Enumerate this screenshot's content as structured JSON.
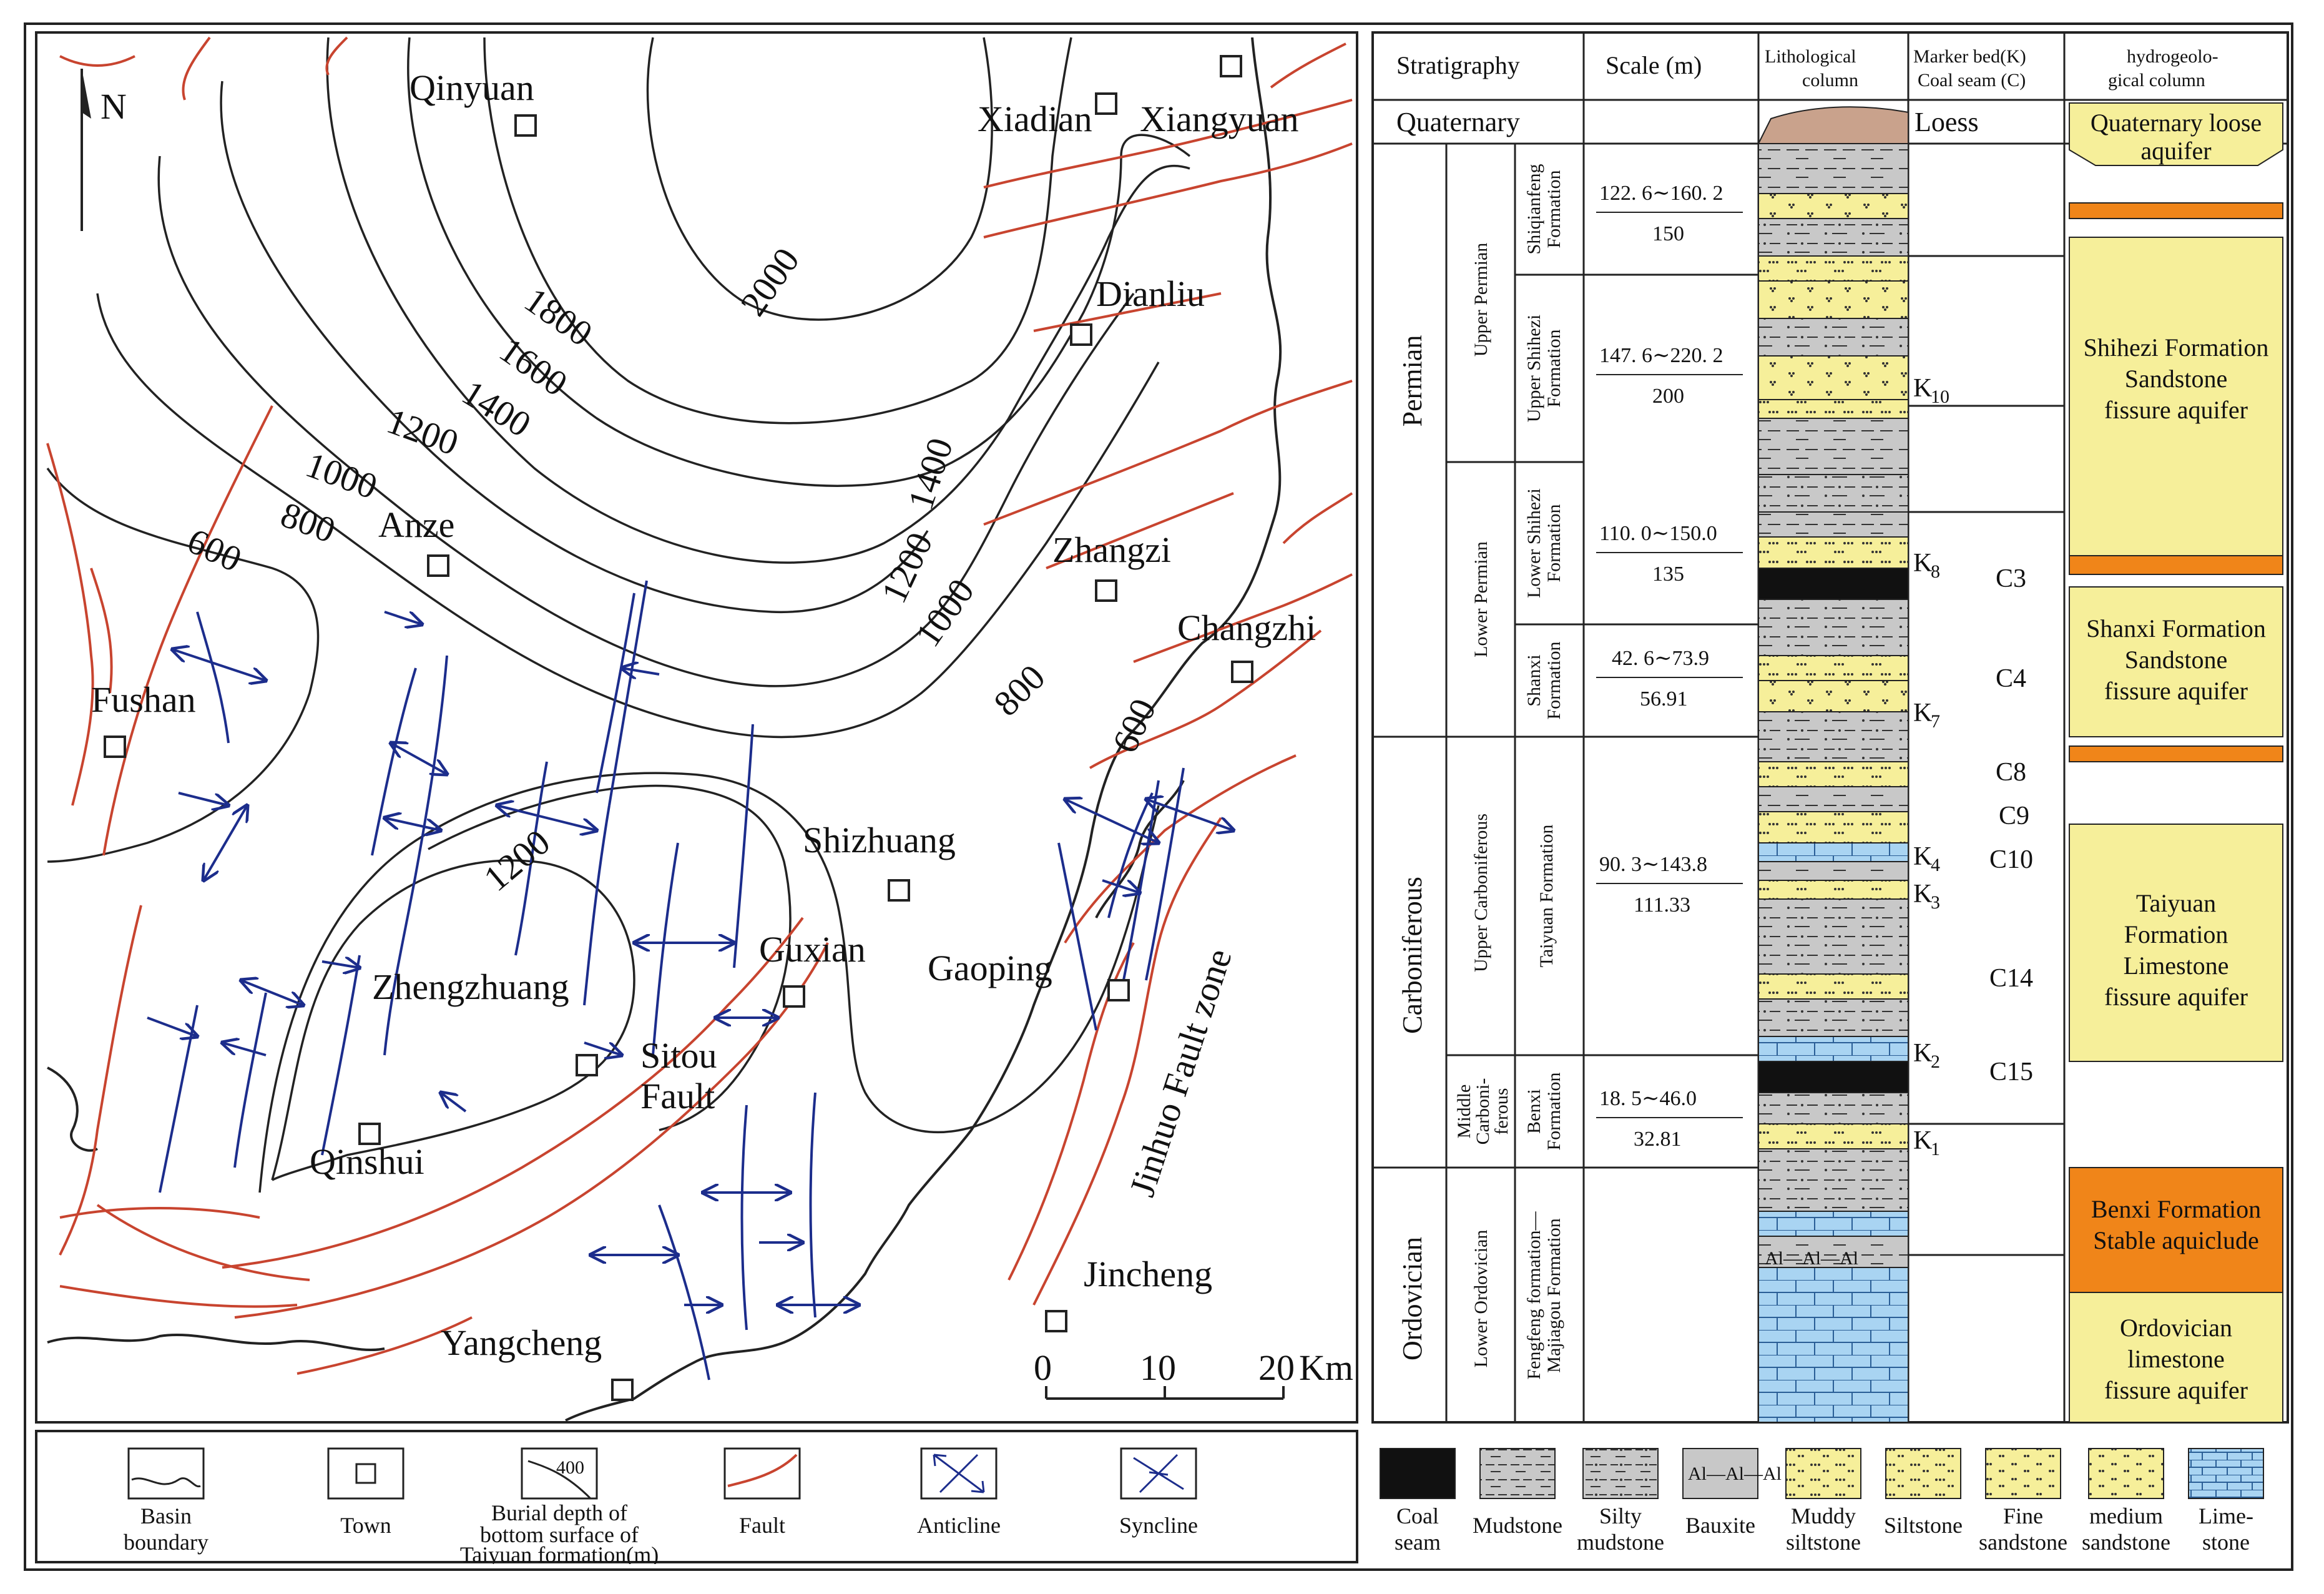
{
  "map": {
    "north": "N",
    "towns": [
      {
        "name": "Qinyuan"
      },
      {
        "name": "Xiadian"
      },
      {
        "name": "Xiangyuan"
      },
      {
        "name": "Dianliu"
      },
      {
        "name": "Anze"
      },
      {
        "name": "Zhangzi"
      },
      {
        "name": "Changzhi"
      },
      {
        "name": "Fushan"
      },
      {
        "name": "Shizhuang"
      },
      {
        "name": "Guxian"
      },
      {
        "name": "Gaoping"
      },
      {
        "name": "Zhengzhuang"
      },
      {
        "name": "Qinshui"
      },
      {
        "name": "Jincheng"
      },
      {
        "name": "Yangcheng"
      }
    ],
    "sitou_fault": [
      "Sitou",
      "Fault"
    ],
    "jinhuo": "Jinhuo Fault zone",
    "contours": [
      "2000",
      "1800",
      "1600",
      "1400",
      "1200",
      "1000",
      "800",
      "600",
      "1400",
      "1200",
      "1000",
      "800",
      "600",
      "1200"
    ],
    "scalebar": {
      "ticks": [
        "0",
        "10",
        "20"
      ],
      "unit": "Km"
    }
  },
  "column": {
    "headers": {
      "stratigraphy": "Stratigraphy",
      "scale": "Scale (m)",
      "litho": [
        "Lithological",
        "column"
      ],
      "marker": [
        "Marker bed(K)",
        "Coal seam (C)"
      ],
      "hydro": [
        "hydrogeolo-",
        "gical column"
      ]
    },
    "quaternary": {
      "name": "Quaternary",
      "marker": "Loess",
      "hydro": [
        "Quaternary loose",
        "aquifer"
      ]
    },
    "systems": [
      "Permian",
      "Carboniferous",
      "Ordovician"
    ],
    "series": [
      "Upper  Permian",
      "Lower  Permian",
      "Upper Carboniferous",
      "Middle",
      "Carboni-",
      "ferous",
      "Lower Ordovician"
    ],
    "formations": [
      [
        "Shiqianfeng",
        "Formation"
      ],
      [
        "Upper Shihezi",
        "Formation"
      ],
      [
        "Lower Shihezi",
        "Formation"
      ],
      [
        "Shanxi",
        "Formation"
      ],
      [
        "Taiyuan Formation"
      ],
      [
        "Benxi",
        "Formation"
      ],
      [
        "Fengfeng formation—",
        "Majiagou Formation"
      ]
    ],
    "scales": [
      {
        "range": "122. 6∼160. 2",
        "avg": "150"
      },
      {
        "range": "147. 6∼220. 2",
        "avg": "200"
      },
      {
        "range": "110. 0∼150.0",
        "avg": "135"
      },
      {
        "range": "42. 6∼73.9",
        "avg": "56.91"
      },
      {
        "range": "90. 3∼143.8",
        "avg": "111.33"
      },
      {
        "range": "18. 5∼46.0",
        "avg": "32.81"
      }
    ],
    "marker_beds": [
      "K",
      "K",
      "K",
      "K",
      "K",
      "K"
    ],
    "marker_subs": [
      "10",
      "8",
      "7",
      "4",
      "3",
      "2",
      "1"
    ],
    "coal_seams": [
      "C3",
      "C4",
      "C8",
      "C9",
      "C10",
      "C14",
      "C15"
    ],
    "bauxite_mark": "Al—Al—Al",
    "aquifers": [
      [
        "Shihezi Formation",
        "Sandstone",
        "fissure aquifer"
      ],
      [
        "Shanxi Formation",
        "Sandstone",
        "fissure aquifer"
      ],
      [
        "Taiyuan",
        "Formation",
        "Limestone",
        "fissure aquifer"
      ],
      [
        "Benxi Formation",
        "Stable aquiclude"
      ],
      [
        "Ordovician",
        "limestone",
        "fissure aquifer"
      ]
    ]
  },
  "legend_map": [
    {
      "label": [
        "Basin",
        "boundary"
      ]
    },
    {
      "label": [
        "Town"
      ]
    },
    {
      "label": [
        "Burial depth of",
        "bottom surface of",
        "Taiyuan formation(m)"
      ],
      "sample": "400"
    },
    {
      "label": [
        "Fault"
      ]
    },
    {
      "label": [
        "Anticline"
      ]
    },
    {
      "label": [
        "Syncline"
      ]
    }
  ],
  "legend_litho": [
    {
      "label": [
        "Coal",
        "seam"
      ]
    },
    {
      "label": [
        "Mudstone"
      ]
    },
    {
      "label": [
        "Silty",
        "mudstone"
      ]
    },
    {
      "label": [
        "Bauxite"
      ]
    },
    {
      "label": [
        "Muddy",
        "siltstone"
      ]
    },
    {
      "label": [
        "Siltstone"
      ]
    },
    {
      "label": [
        "Fine",
        "sandstone"
      ]
    },
    {
      "label": [
        "medium",
        "sandstone"
      ]
    },
    {
      "label": [
        "Lime-",
        "stone"
      ]
    }
  ],
  "colors": {
    "fault": "#c8442f",
    "fold": "#1c2d8c",
    "contour": "#222222",
    "yellow": "#f6ef9a",
    "orange": "#f08519",
    "gray": "#c8c8c8",
    "blue": "#a9d4f2",
    "loess": "#c9a28c"
  }
}
